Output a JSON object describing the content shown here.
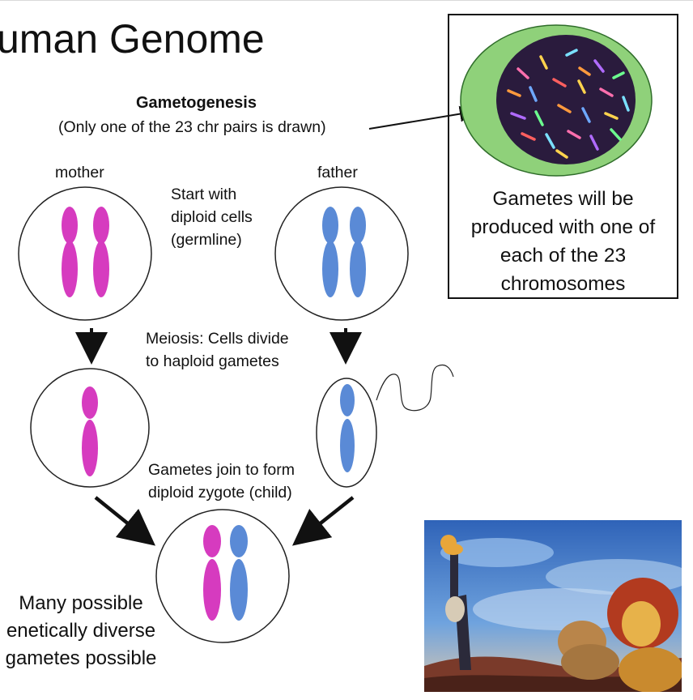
{
  "slide": {
    "title": "uman Genome",
    "heading": "Gametogenesis",
    "subheading": "(Only one of the 23 chr pairs is drawn)",
    "labels": {
      "mother": "mother",
      "father": "father",
      "start": "Start with\ndiploid cells\n(germline)",
      "meiosis": "Meiosis: Cells divide\nto haploid gametes",
      "join": "Gametes join to form\ndiploid zygote (child)"
    },
    "callout": {
      "text": "Gametes will be\nproduced with one of\neach of the 23\nchromosomes"
    },
    "bottom_text": "Many possible\nenetically diverse\ngametes possible"
  },
  "colors": {
    "maternal_chromosome": "#d63bbf",
    "paternal_chromosome": "#5a8ad6",
    "cell_outline": "#222222",
    "gamete_cell_fill": "#8fd17a",
    "nucleus_fill": "#2a1b3d",
    "arrow": "#111111"
  },
  "icons": {
    "photo": "lion-king-scene-image"
  }
}
